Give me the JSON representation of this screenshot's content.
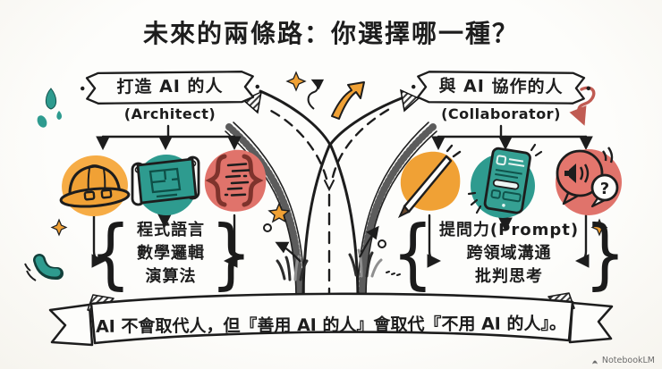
{
  "title": "未來的兩條路：你選擇哪一種？",
  "left_branch": {
    "header": "打造 AI 的人",
    "subheader": "(Architect)",
    "skills": [
      "程式語言",
      "數學邏輯",
      "演算法"
    ]
  },
  "right_branch": {
    "header": "與 AI 協作的人",
    "subheader": "(Collaborator)",
    "skills": [
      "提問力(Prompt)",
      "跨領域溝通",
      "批判思考"
    ]
  },
  "banner": {
    "text": "AI 不會取代人，但『善用 AI 的人』會取代『不用 AI 的人』。"
  },
  "watermark": {
    "label": "NotebookLM"
  },
  "glyphs": {
    "brace_open": "{",
    "brace_close": "}",
    "question_mark": "?"
  },
  "icons": {
    "left": [
      "hard-hat-icon",
      "blueprint-icon",
      "code-braces-icon"
    ],
    "right": [
      "magic-wand-icon",
      "tablet-icon",
      "speech-question-icon"
    ]
  },
  "colors": {
    "orange": "#F0A135",
    "teal": "#2E9B8F",
    "red": "#E0736B",
    "ink": "#1D1D1D",
    "background": "#FCFBF8"
  }
}
